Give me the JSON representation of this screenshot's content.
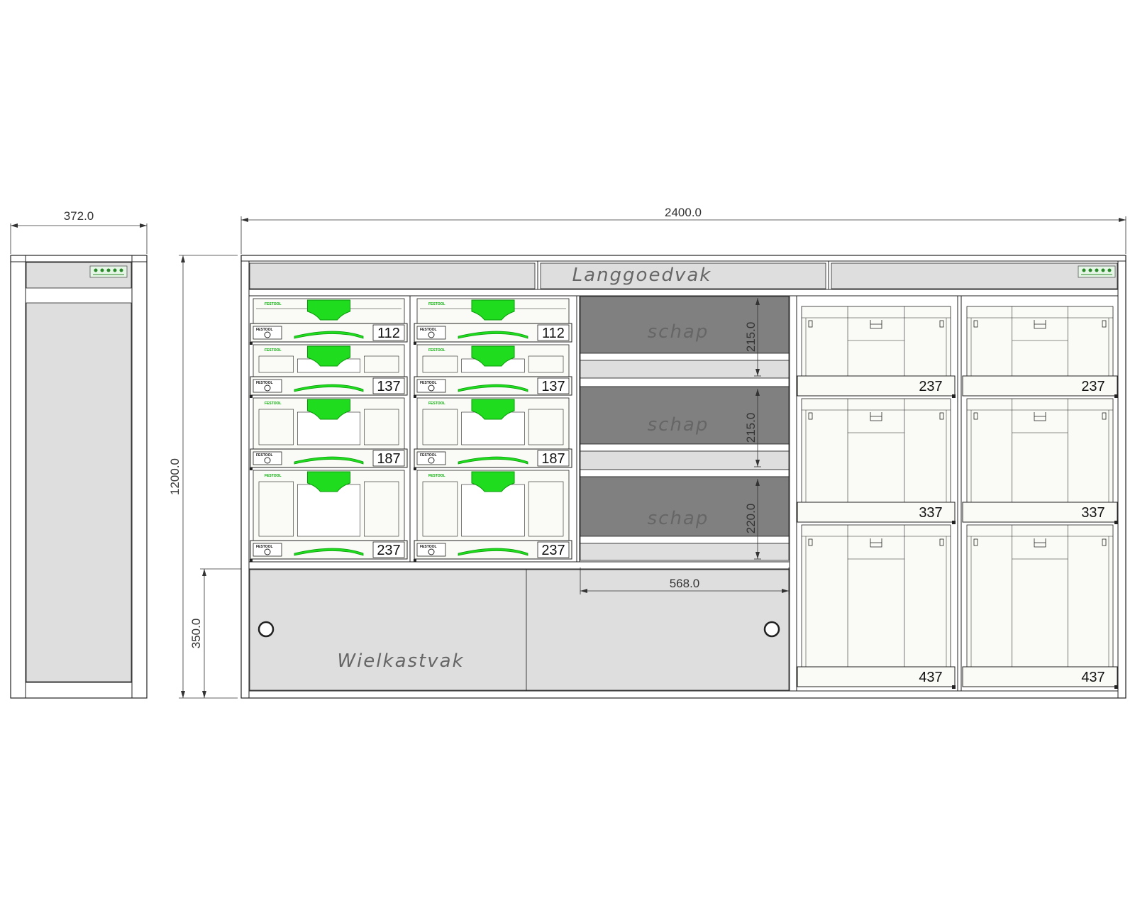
{
  "dimensions": {
    "side_width": "372.0",
    "total_width": "2400.0",
    "total_height": "1200.0",
    "wheel_height": "350.0",
    "shelf_1": "215.0",
    "shelf_2": "215.0",
    "shelf_3": "220.0",
    "shelf_width": "568.0"
  },
  "labels": {
    "long_goods": "Langgoedvak",
    "shelf": "schap",
    "wheel_compartment": "Wielkastvak"
  },
  "systainer_sizes": [
    "112",
    "137",
    "187",
    "237"
  ],
  "container_sizes": [
    "237",
    "337",
    "437"
  ],
  "brand_text": "FESTOOL",
  "colors": {
    "line": "#222222",
    "panel_light": "#dedede",
    "panel_dark": "#808080",
    "systainer_body": "#fafaf6",
    "handle_green": "#1fdc1f",
    "handle_dark": "#0b9a0b"
  }
}
